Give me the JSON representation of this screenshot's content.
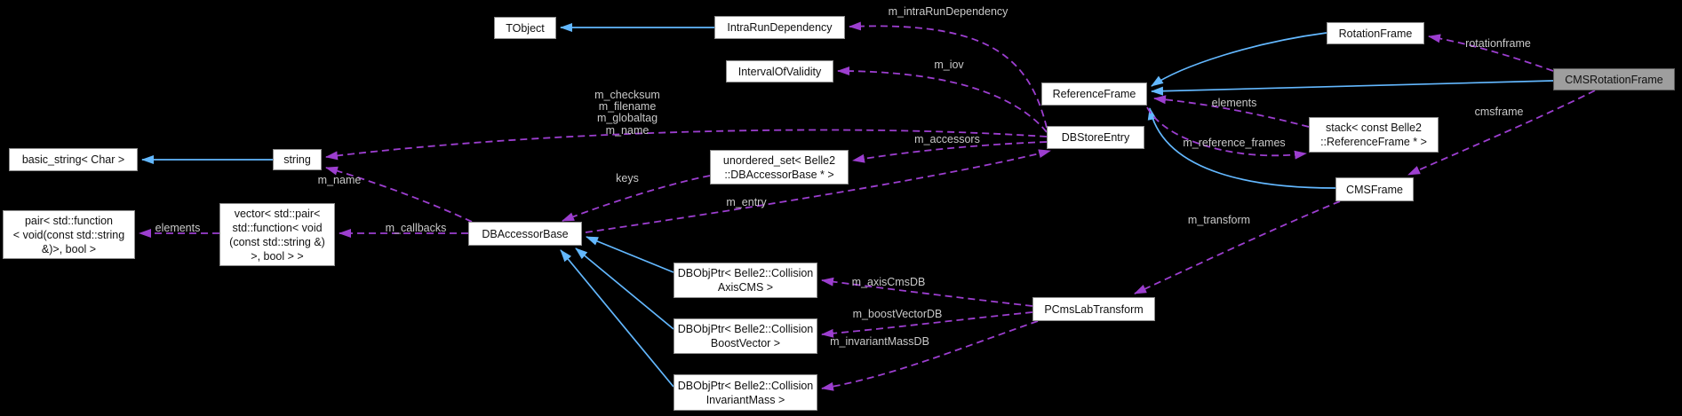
{
  "diagram": {
    "kind": "collaboration-graph",
    "focus_node": "CMSRotationFrame",
    "colors": {
      "background": "#000000",
      "inheritance_edge": "#63B8FF",
      "usage_edge": "#9C3ECF",
      "node_fill": "#FFFFFF",
      "node_border": "#8F8F8F",
      "focus_node_fill": "#9E9E9E",
      "edge_label_text": "#C9C9C9",
      "node_text": "#101010"
    },
    "nodes": {
      "tobject": {
        "label": "TObject"
      },
      "intra_run_dependency": {
        "label": "IntraRunDependency"
      },
      "interval_of_validity": {
        "label": "IntervalOfValidity"
      },
      "rotation_frame": {
        "label": "RotationFrame"
      },
      "cms_rotation_frame": {
        "label": "CMSRotationFrame"
      },
      "reference_frame": {
        "label": "ReferenceFrame"
      },
      "db_store_entry": {
        "label": "DBStoreEntry"
      },
      "stack_reference_frame": {
        "line1": "stack< const Belle2",
        "line2": "::ReferenceFrame * >"
      },
      "cms_frame": {
        "label": "CMSFrame"
      },
      "basic_string": {
        "label": "basic_string< Char >"
      },
      "string": {
        "label": "string"
      },
      "unordered_set": {
        "line1": "unordered_set< Belle2",
        "line2": "::DBAccessorBase * >"
      },
      "pair_function_bool": {
        "line1": "pair< std::function",
        "line2": "< void(const std::string",
        "line3": "&)>, bool >"
      },
      "vector_pair": {
        "line1": "vector< std::pair<",
        "line2": "std::function< void",
        "line3": "(const std::string &)",
        "line4": ">, bool > >"
      },
      "db_accessor_base": {
        "label": "DBAccessorBase"
      },
      "dbobjptr_axis_cms": {
        "line1": "DBObjPtr< Belle2::Collision",
        "line2": "AxisCMS >"
      },
      "dbobjptr_boost_vector": {
        "line1": "DBObjPtr< Belle2::Collision",
        "line2": "BoostVector >"
      },
      "dbobjptr_invariant_mass": {
        "line1": "DBObjPtr< Belle2::Collision",
        "line2": "InvariantMass >"
      },
      "pcms_lab_transform": {
        "label": "PCmsLabTransform"
      }
    },
    "edges": {
      "intrarun_to_tobject": {
        "from": "IntraRunDependency",
        "to": "TObject",
        "type": "inheritance"
      },
      "string_to_basic_string": {
        "from": "string",
        "to": "basic_string< Char >",
        "type": "inheritance"
      },
      "rotationframe_to_referenceframe": {
        "from": "RotationFrame",
        "to": "ReferenceFrame",
        "type": "inheritance"
      },
      "cmsrotationframe_to_referenceframe": {
        "from": "CMSRotationFrame",
        "to": "ReferenceFrame",
        "type": "inheritance"
      },
      "cmsframe_to_referenceframe": {
        "from": "CMSFrame",
        "to": "ReferenceFrame",
        "type": "inheritance"
      },
      "axiscms_to_dbaccessorbase": {
        "from": "DBObjPtr< Belle2::CollisionAxisCMS >",
        "to": "DBAccessorBase",
        "type": "inheritance"
      },
      "boostvector_to_dbaccessorbase": {
        "from": "DBObjPtr< Belle2::CollisionBoostVector >",
        "to": "DBAccessorBase",
        "type": "inheritance"
      },
      "invariantmass_to_dbaccessorbase": {
        "from": "DBObjPtr< Belle2::CollisionInvariantMass >",
        "to": "DBAccessorBase",
        "type": "inheritance"
      },
      "m_intraRunDependency": {
        "from": "DBStoreEntry",
        "to": "IntraRunDependency",
        "label": "m_intraRunDependency",
        "type": "usage"
      },
      "m_iov": {
        "from": "DBStoreEntry",
        "to": "IntervalOfValidity",
        "label": "m_iov",
        "type": "usage"
      },
      "dbstore_to_string": {
        "from": "DBStoreEntry",
        "to": "string",
        "labels": [
          "m_checksum",
          "m_filename",
          "m_globaltag",
          "m_name"
        ],
        "type": "usage"
      },
      "m_accessors": {
        "from": "DBStoreEntry",
        "to": "unordered_set< Belle2::DBAccessorBase * >",
        "label": "m_accessors",
        "type": "usage"
      },
      "m_entry": {
        "from": "DBAccessorBase",
        "to": "DBStoreEntry",
        "label": "m_entry",
        "type": "usage"
      },
      "keys": {
        "from": "unordered_set< Belle2::DBAccessorBase * >",
        "to": "DBAccessorBase",
        "label": "keys",
        "type": "usage"
      },
      "m_name_accessor": {
        "from": "DBAccessorBase",
        "to": "string",
        "label": "m_name",
        "type": "usage"
      },
      "m_callbacks": {
        "from": "DBAccessorBase",
        "to": "vector< std::pair< std::function< void(const std::string &) >, bool > >",
        "label": "m_callbacks",
        "type": "usage"
      },
      "elements_vector": {
        "from": "vector< std::pair< std::function< void(const std::string &) >, bool > >",
        "to": "pair< std::function< void(const std::string &)>, bool >",
        "label": "elements",
        "type": "usage"
      },
      "m_axisCmsDB": {
        "from": "PCmsLabTransform",
        "to": "DBObjPtr< Belle2::CollisionAxisCMS >",
        "label": "m_axisCmsDB",
        "type": "usage"
      },
      "m_boostVectorDB": {
        "from": "PCmsLabTransform",
        "to": "DBObjPtr< Belle2::CollisionBoostVector >",
        "label": "m_boostVectorDB",
        "type": "usage"
      },
      "m_invariantMassDB": {
        "from": "PCmsLabTransform",
        "to": "DBObjPtr< Belle2::CollisionInvariantMass >",
        "label": "m_invariantMassDB",
        "type": "usage"
      },
      "m_transform": {
        "from": "CMSFrame",
        "to": "PCmsLabTransform",
        "label": "m_transform",
        "type": "usage"
      },
      "rotationframe": {
        "from": "CMSRotationFrame",
        "to": "RotationFrame",
        "label": "rotationframe",
        "type": "usage"
      },
      "cmsframe": {
        "from": "CMSRotationFrame",
        "to": "CMSFrame",
        "label": "cmsframe",
        "type": "usage"
      },
      "elements_stack": {
        "from": "stack< const Belle2::ReferenceFrame * >",
        "to": "ReferenceFrame",
        "label": "elements",
        "type": "usage"
      },
      "m_reference_frames": {
        "from": "ReferenceFrame",
        "to": "stack< const Belle2::ReferenceFrame * >",
        "label": "m_reference_frames",
        "type": "usage"
      }
    }
  }
}
